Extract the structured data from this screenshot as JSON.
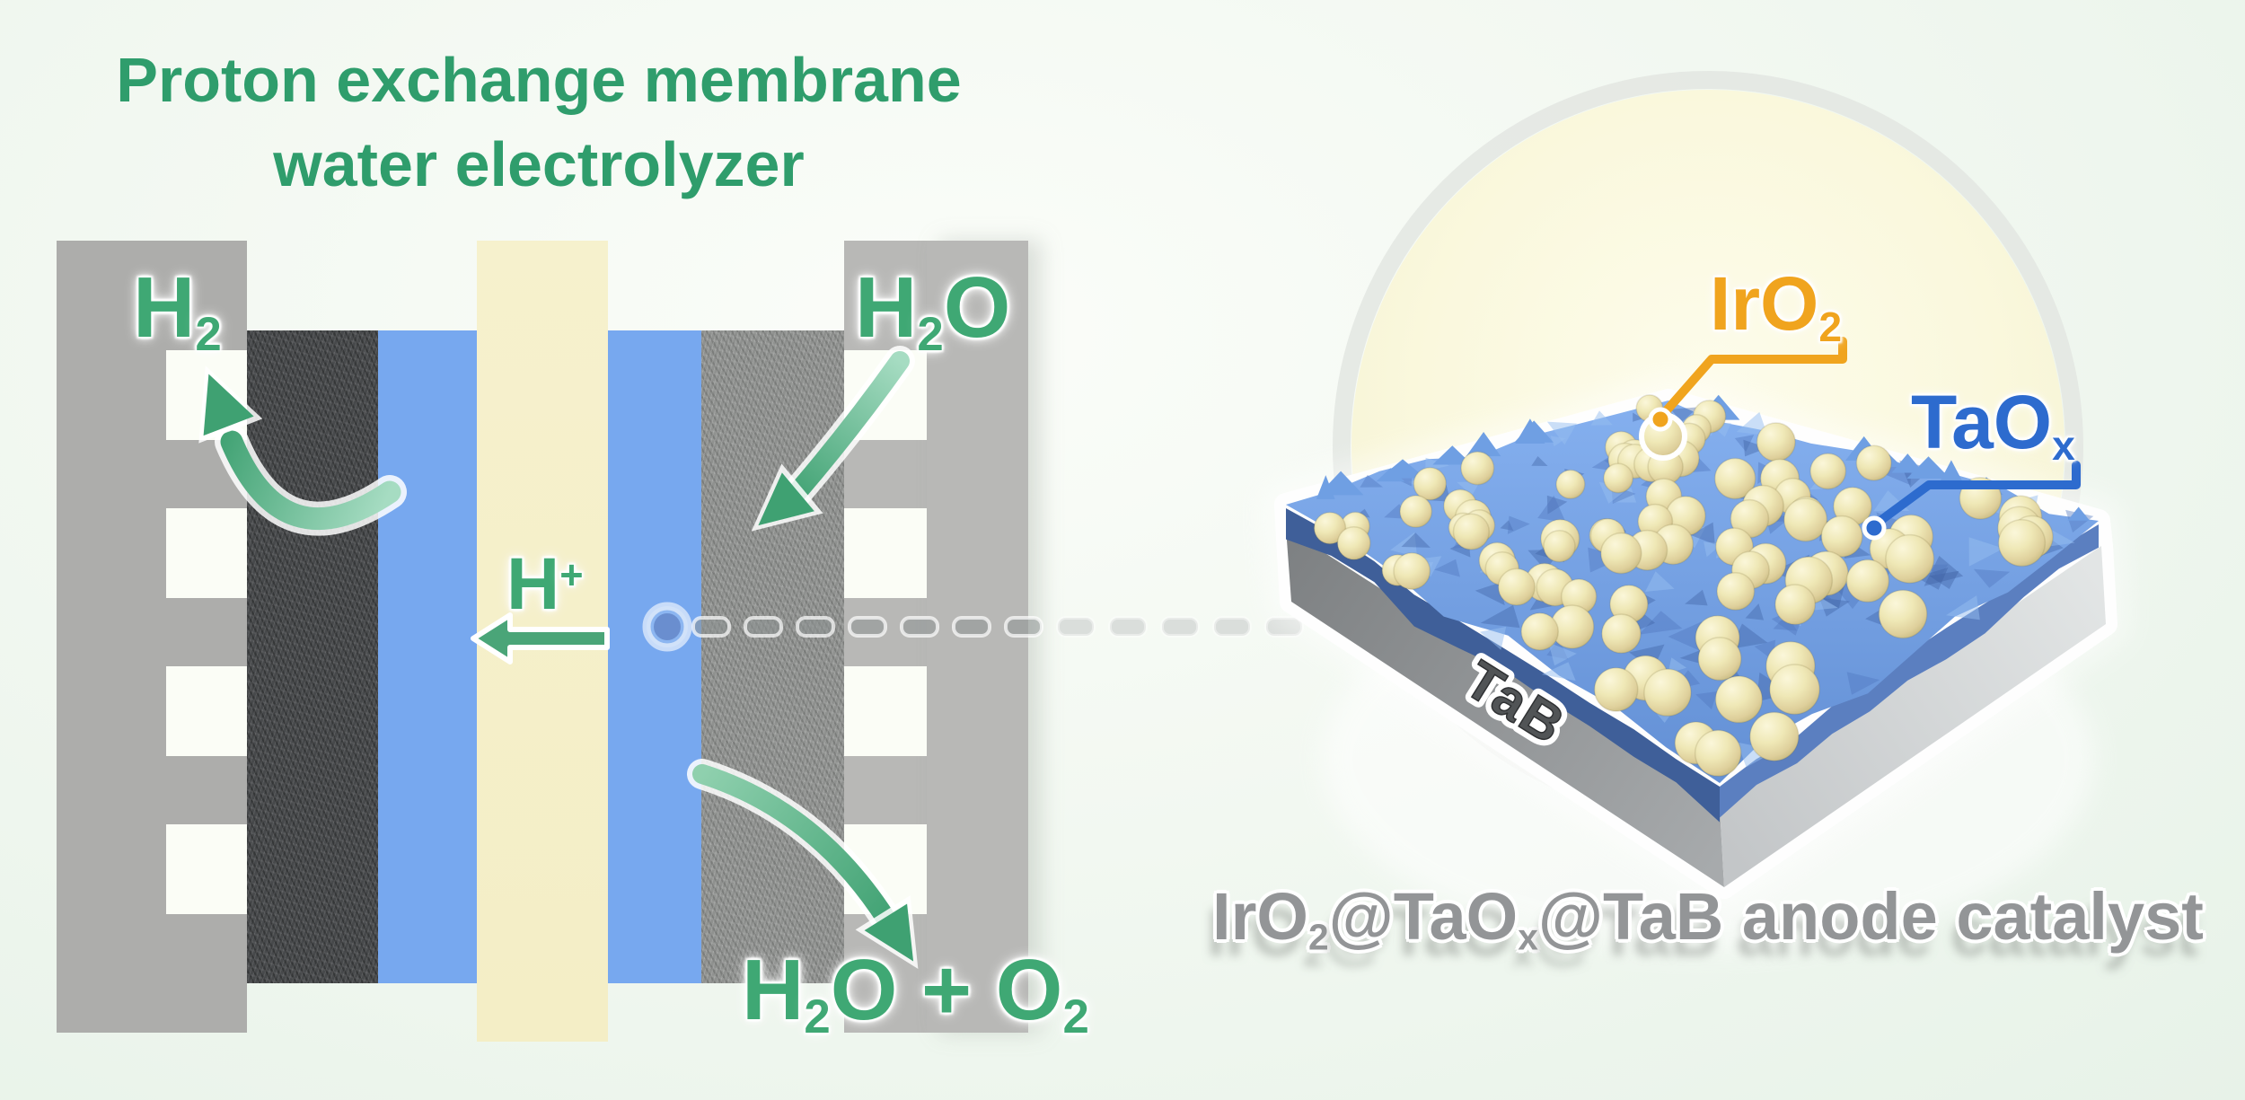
{
  "theme": {
    "bg1": "#fbfdf9",
    "bg2": "#e7f2e8",
    "title-green": "#2f9d6c",
    "green": "#3fa874",
    "arrow-green": "#3fa172",
    "arrow-tail": "#a6dcc2",
    "membrane": "#f4eec6",
    "catalyst-blue": "#77a8ef",
    "gdl-dark": "#47494b",
    "gdl-light": "#8f918f",
    "plate-left": "#adadab",
    "plate-right": "#b8b8b6",
    "channel": "#fbfdf6",
    "orange": "#f0a41e",
    "label-blue": "#2d6bce",
    "caption-gray": "#939597",
    "tab-gray": "#515456",
    "block-top-blue": "#6f9fe3",
    "glow-yellow": "#faf8dd"
  },
  "title": {
    "line1": "Proton exchange membrane",
    "line2": "water electrolyzer"
  },
  "electrolyzer": {
    "labels": {
      "h2": {
        "p1": "H",
        "s1": "2"
      },
      "h2o": {
        "p1": "H",
        "s1": "2",
        "p2": "O"
      },
      "hplus": {
        "p1": "H",
        "sup": "+"
      },
      "outlet": {
        "p1": "H",
        "s1": "2",
        "p2": "O + O",
        "s2": "2"
      }
    }
  },
  "magnifier": {
    "labels": {
      "iro2": {
        "p1": "IrO",
        "s1": "2"
      },
      "taox": {
        "p1": "TaO",
        "s1": "x"
      },
      "tab": {
        "text": "TaB"
      }
    }
  },
  "caption": {
    "p1": "IrO",
    "s1": "2",
    "p2": "@TaO",
    "s2": "x",
    "p3": "@TaB anode catalyst"
  }
}
